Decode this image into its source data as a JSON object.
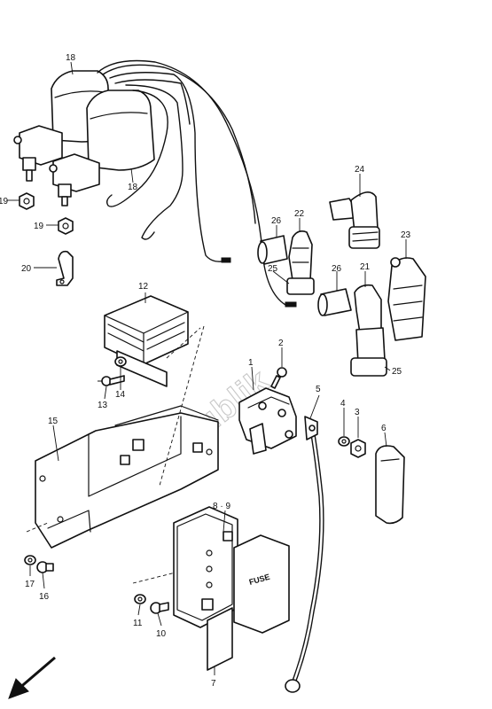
{
  "watermark": "PartsRepublik",
  "fuse_label": "FUSE",
  "callouts": {
    "c18a": "18",
    "c18b": "18",
    "c19a": "19",
    "c19b": "19",
    "c20": "20",
    "c12": "12",
    "c13": "13",
    "c14": "14",
    "c15": "15",
    "c1": "1",
    "c2": "2",
    "c22": "22",
    "c26a": "26",
    "c25a": "25",
    "c24": "24",
    "c26b": "26",
    "c21": "21",
    "c23": "23",
    "c25b": "25",
    "c5": "5",
    "c4": "4",
    "c3": "3",
    "c6": "6",
    "c89": "8 · 9",
    "c17": "17",
    "c16": "16",
    "c11": "11",
    "c10": "10",
    "c7": "7"
  },
  "colors": {
    "ink": "#111111",
    "paper": "#ffffff",
    "watermark": "#c8c8c8"
  },
  "icons": {
    "front_indicator": "arrow-down-left-icon"
  }
}
